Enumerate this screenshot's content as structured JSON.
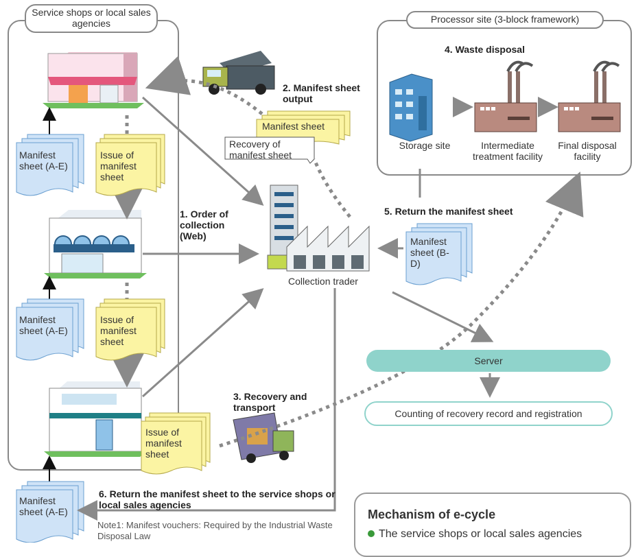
{
  "left_group": {
    "title": "Service  shops or local sales agencies"
  },
  "processor_group": {
    "title": "Processor site (3-block framework)"
  },
  "steps": {
    "order": "1. Order of collection (Web)",
    "manifest_output": "2. Manifest sheet output",
    "recovery_transport": "3. Recovery and transport",
    "waste_disposal": "4. Waste disposal",
    "return_manifest": "5. Return the manifest sheet",
    "return_to_shops": "6. Return the manifest sheet to the service shops or local sales agencies"
  },
  "sheets": {
    "manifest_ae": "Manifest sheet (A-E)",
    "issue": "Issue of manifest sheet",
    "manifest_sheet": "Manifest sheet",
    "recovery_of_manifest": "Recovery of manifest sheet",
    "manifest_bd": "Manifest sheet (B-D)"
  },
  "facilities": {
    "storage": "Storage site",
    "intermediate": "Intermediate treatment facility",
    "final": "Final disposal facility",
    "collection_trader": "Collection trader"
  },
  "server": {
    "label": "Server"
  },
  "counting": {
    "label": "Counting of recovery record and registration"
  },
  "note": "Note1: Manifest vouchers: Required by the Industrial Waste Disposal Law",
  "mechanism": {
    "title": "Mechanism of e-cycle",
    "bullet": "The service  shops or local sales agencies"
  },
  "colors": {
    "sheet_blue": "#cfe3f7",
    "sheet_yellow": "#fbf4a3",
    "server_teal": "#8fd3cb",
    "arrow_gray": "#8a8a8a",
    "bullet_green": "#3a9a3a"
  }
}
